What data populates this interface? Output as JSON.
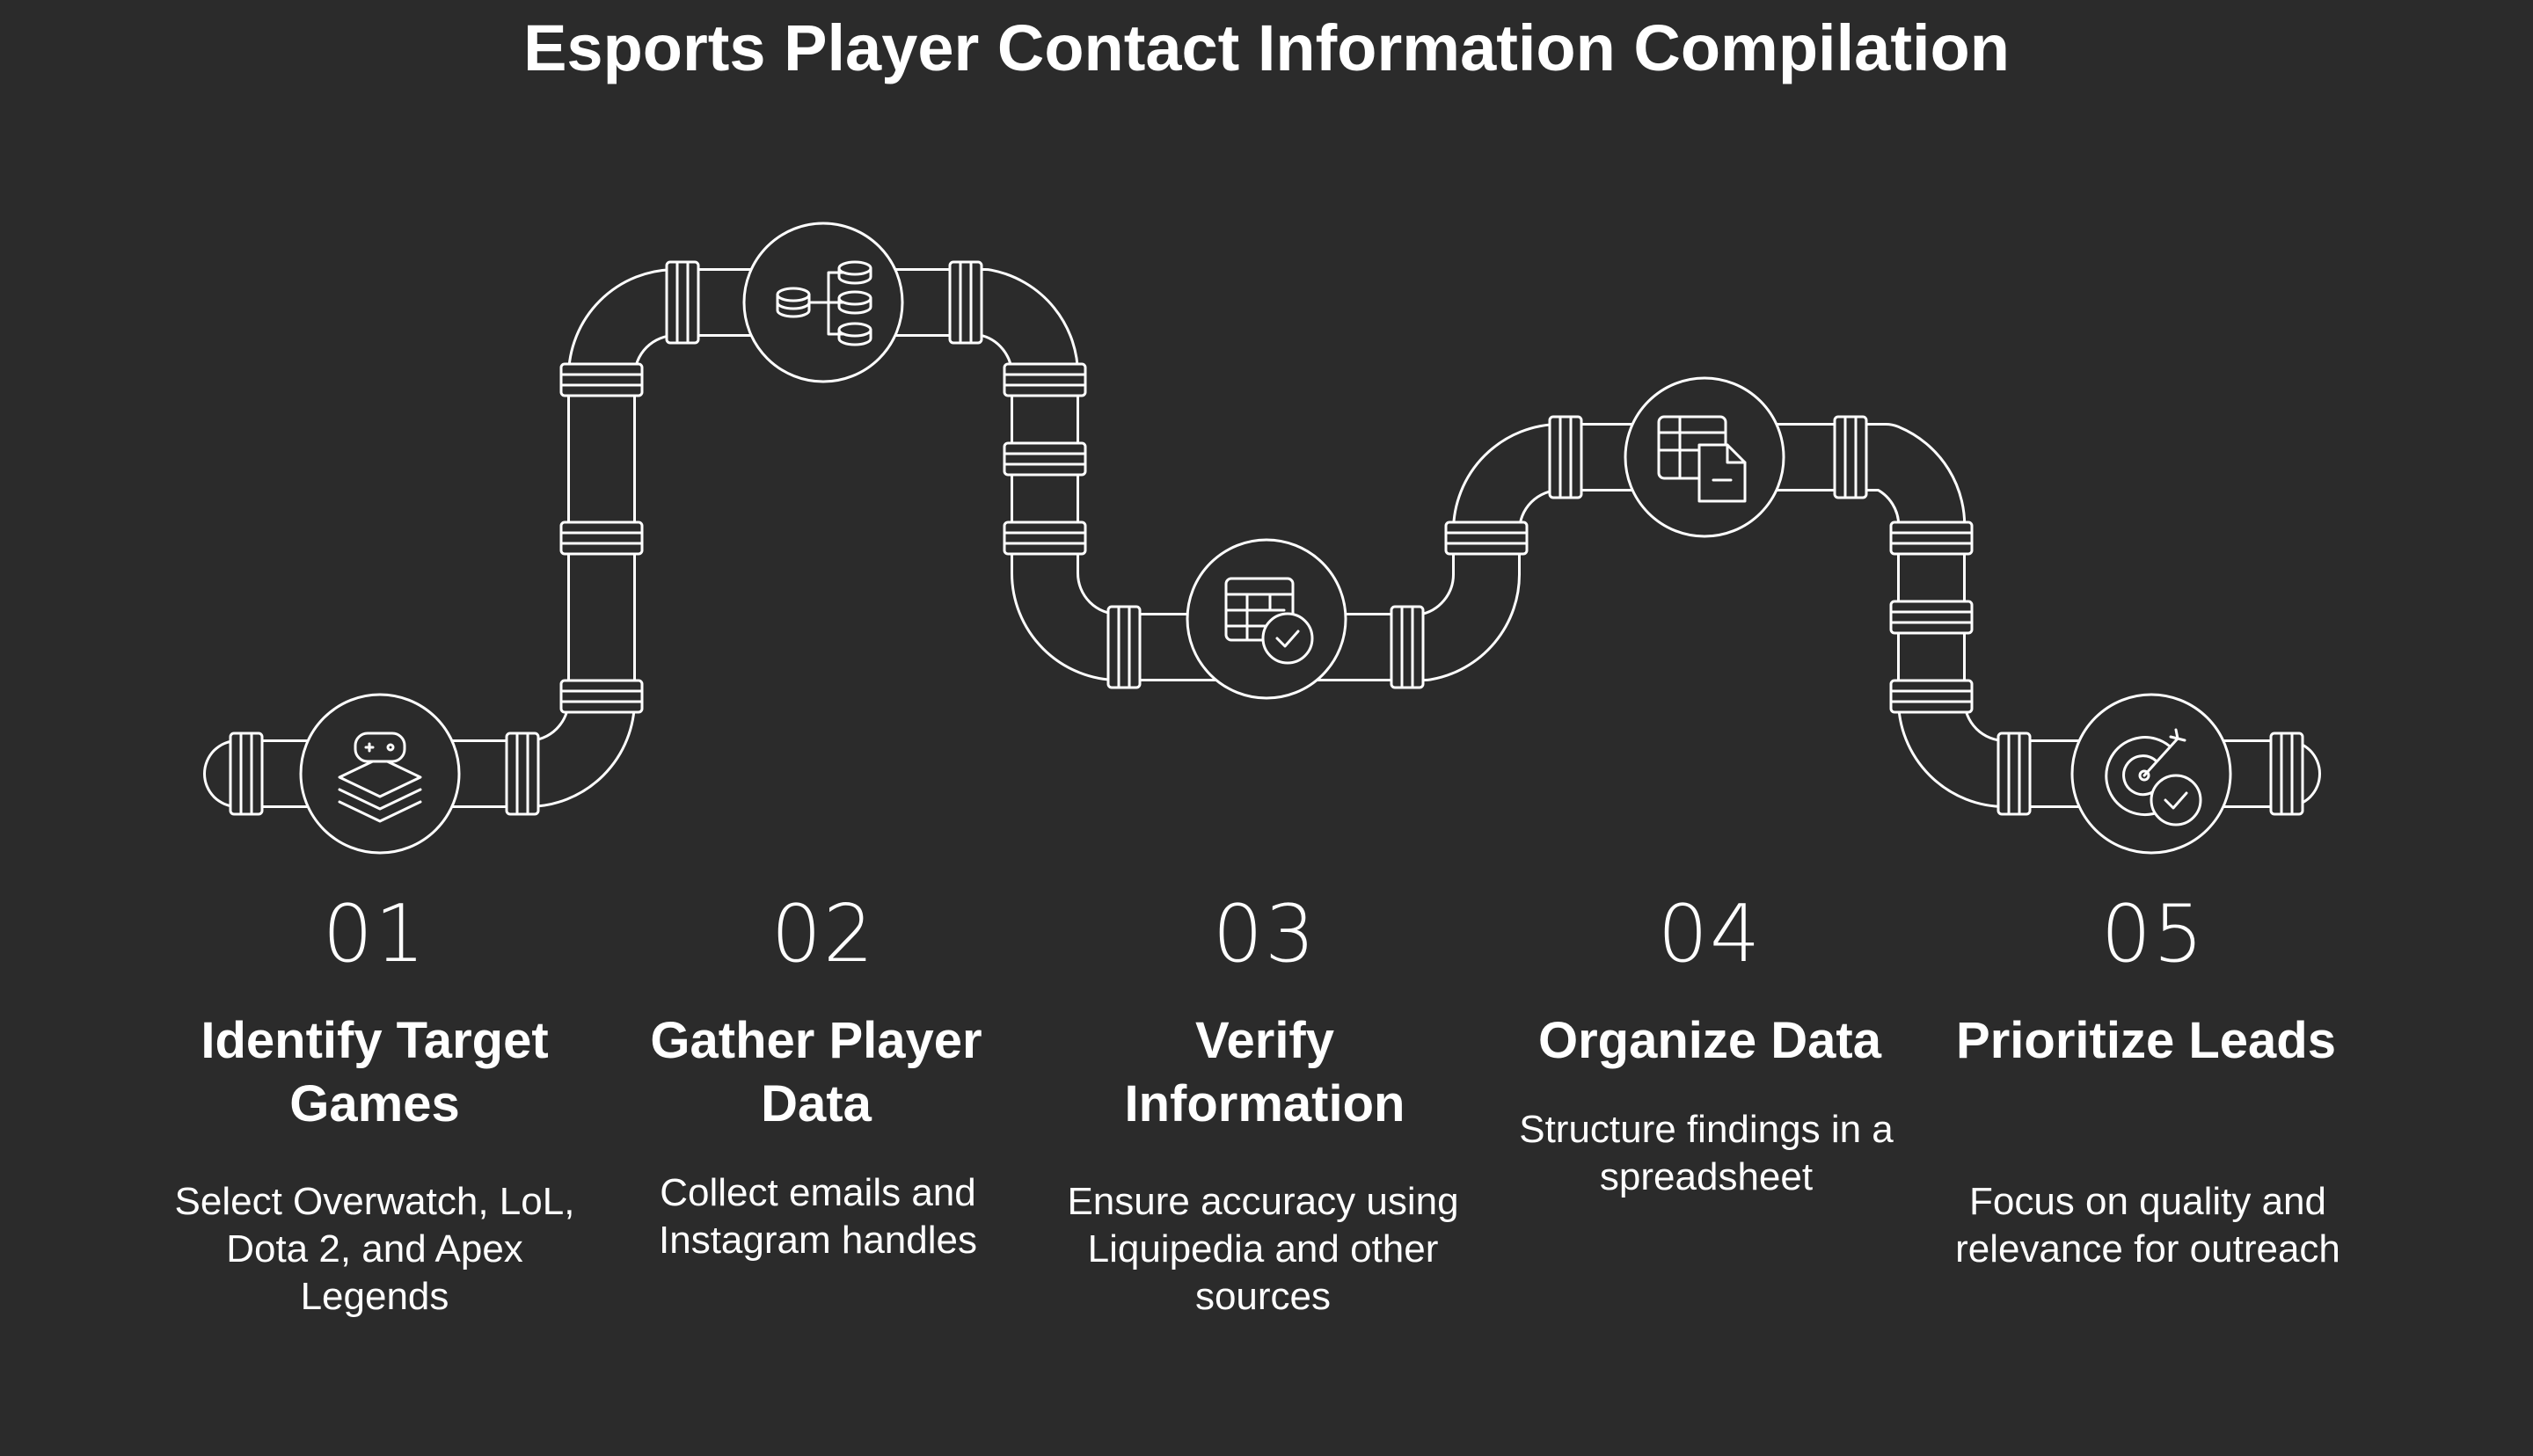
{
  "title": "Esports Player Contact Information Compilation",
  "steps": [
    {
      "number": "01",
      "title": "Identify Target Games",
      "description": "Select Overwatch, LoL, Dota 2, and Apex Legends",
      "icon": "controller-layers-icon"
    },
    {
      "number": "02",
      "title": "Gather Player Data",
      "description": "Collect emails and Instagram handles",
      "icon": "database-hierarchy-icon"
    },
    {
      "number": "03",
      "title": "Verify Information",
      "description": "Ensure accuracy using Liquipedia and other sources",
      "icon": "table-check-icon"
    },
    {
      "number": "04",
      "title": "Organize Data",
      "description": "Structure findings in a spreadsheet",
      "icon": "spreadsheet-document-icon"
    },
    {
      "number": "05",
      "title": "Prioritize Leads",
      "description": "Focus on quality and relevance for outreach",
      "icon": "target-check-icon"
    }
  ],
  "colors": {
    "background": "#2b2b2b",
    "line": "#ffffff"
  }
}
